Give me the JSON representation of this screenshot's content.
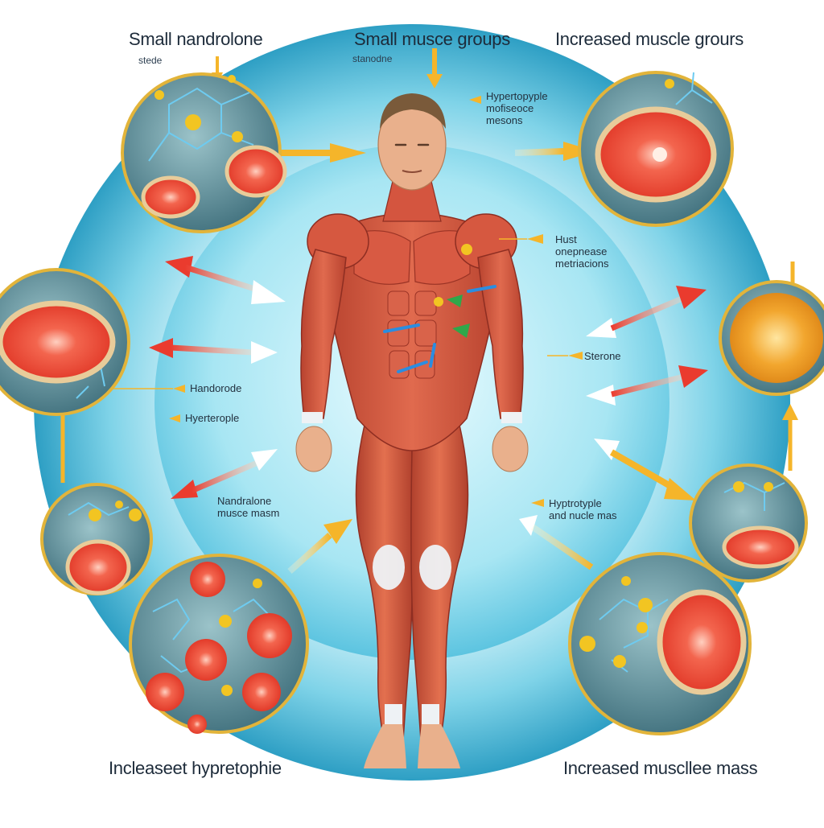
{
  "labels": {
    "top_left_title": "Small nandrolone",
    "top_left_sub": "stede",
    "top_center_title": "Small musce groups",
    "top_center_sub": "stanodne",
    "top_right_title": "Increased muscle grours",
    "center_note_lines": [
      "Hypertopyple",
      "mofiseoce",
      "mesons"
    ],
    "right_note_lines": [
      "Hust",
      "onepnease",
      "metriacions"
    ],
    "left_nandrorode": "Handorode",
    "left_hyperteronle": "Hyerterople",
    "right_sterone": "Sterone",
    "left_lower_lines": [
      "Nandralone",
      "musce masm"
    ],
    "right_lower_lines": [
      "Hyptrotyple",
      "and nucle mas"
    ],
    "bottom_left_title": "Incleaseet hypretophie",
    "bottom_right_title": "Increased muscllee mass"
  },
  "colors": {
    "ring_outer": "#3aaed0",
    "ring_inner": "#dff6fb",
    "muscle_red": "#d9563f",
    "muscle_dark": "#a5352a",
    "tendon": "#eef2f5",
    "skin": "#e9b08c",
    "hair": "#7a5a3a",
    "circle_bg": "#5f8b96",
    "circle_border": "#e2b43a",
    "molecule": "#f2c522",
    "bond": "#6ecbf0",
    "arrow_orange": "#f5b52a",
    "arrow_red": "#ea3b2e",
    "arrow_white": "#ffffff",
    "marker_blue": "#2b8de0",
    "marker_green": "#2fa74a"
  },
  "icons": {
    "magnified_circle": "magnified-muscle-cross-section",
    "molecule": "steroid-molecule-icon",
    "arrow": "flow-arrow"
  }
}
